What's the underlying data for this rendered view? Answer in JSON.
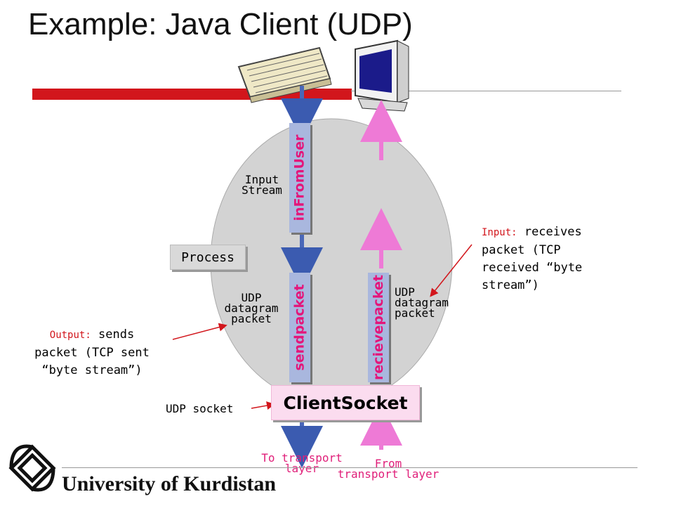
{
  "slide": {
    "title": "Example: Java Client (UDP)",
    "footer_university": "University of Kurdistan"
  },
  "diagram": {
    "process_label": "Process",
    "inFromUser_label": "inFromUser",
    "sendpacket_label": "sendpacket",
    "recievepacket_label": "recievepacket",
    "clientsocket_label": "ClientSocket",
    "input_stream_line1": "Input",
    "input_stream_line2": "Stream",
    "udp_left_line1": "UDP",
    "udp_left_line2": "datagram",
    "udp_left_line3": "packet",
    "udp_right_line1": "UDP",
    "udp_right_line2": "datagram",
    "udp_right_line3": "packet",
    "udp_socket_label": "UDP socket",
    "to_transport_line1": "To transport",
    "to_transport_line2": "layer",
    "from_transport_line1": "From",
    "from_transport_line2": "transport layer",
    "input_note_prefix": "Input:",
    "input_note_line1": "receives",
    "input_note_line2": "packet (TCP",
    "input_note_line3": "received “byte",
    "input_note_line4": "stream”)",
    "output_note_prefix": "Output:",
    "output_note_line1": "sends",
    "output_note_line2": "packet (TCP sent",
    "output_note_line3": "“byte stream”)"
  },
  "colors": {
    "title_bar": "#d2161c",
    "process_ellipse": "#d3d3d3",
    "stream_box": "#a9b7de",
    "send_arrow": "#4a67b8",
    "receive_arrow": "#ee7ad6",
    "client_socket": "#fbdcef",
    "annotation_text": "#d2161c",
    "transport_label": "#e0207a"
  },
  "icons": [
    "keyboard-icon",
    "monitor-icon",
    "university-logo-icon"
  ]
}
